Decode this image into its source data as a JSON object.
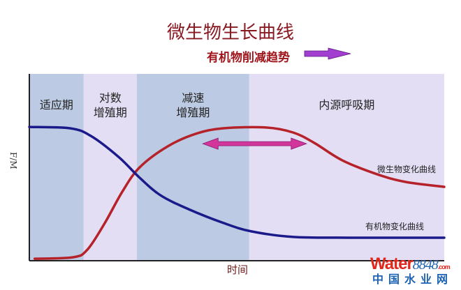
{
  "chart_data": {
    "type": "line",
    "title": "微生物生长曲线",
    "annotation": "有机物削减趋势",
    "xlabel": "时间",
    "ylabel": "F/M",
    "xlim": [
      0,
      100
    ],
    "ylim": [
      0,
      100
    ],
    "phases": [
      {
        "label": "适应期",
        "start": 0,
        "end": 13.1,
        "shade": "dark"
      },
      {
        "label": "对数\n增殖期",
        "start": 13.1,
        "end": 25.9,
        "shade": "light"
      },
      {
        "label": "减速\n增殖期",
        "start": 25.9,
        "end": 53,
        "shade": "dark"
      },
      {
        "label": "内源呼吸期",
        "start": 53,
        "end": 100,
        "shade": "light"
      }
    ],
    "series": [
      {
        "name": "微生物变化曲线",
        "color": "#b5222a",
        "points": [
          [
            1.3,
            0.7
          ],
          [
            10.6,
            1.5
          ],
          [
            14,
            5.6
          ],
          [
            18.2,
            19.9
          ],
          [
            22.4,
            36.7
          ],
          [
            26.6,
            49.8
          ],
          [
            33.3,
            61
          ],
          [
            40.1,
            67.8
          ],
          [
            46.8,
            70.8
          ],
          [
            57,
            71.2
          ],
          [
            63.6,
            68.5
          ],
          [
            68.7,
            62.9
          ],
          [
            75.4,
            53.6
          ],
          [
            83.8,
            46.1
          ],
          [
            90.6,
            42
          ],
          [
            100,
            39.3
          ]
        ]
      },
      {
        "name": "有机物变化曲线",
        "color": "#1c1a8a",
        "points": [
          [
            0,
            71.5
          ],
          [
            9.8,
            70.8
          ],
          [
            14.8,
            66.7
          ],
          [
            21.5,
            55.4
          ],
          [
            26.6,
            44.2
          ],
          [
            31.6,
            34.8
          ],
          [
            38.4,
            27.3
          ],
          [
            46.8,
            19.9
          ],
          [
            53.5,
            15.4
          ],
          [
            63.6,
            12.4
          ],
          [
            77.1,
            12
          ],
          [
            100,
            12
          ]
        ]
      }
    ],
    "double_arrow": {
      "from": 41.8,
      "to": 66.8,
      "y": 62.5,
      "color": "#d2369a"
    },
    "colors": {
      "dark_band": "#bccbe3",
      "light_band": "#e3def4",
      "trend_arrow": "#a23ed0"
    }
  },
  "watermark": {
    "logo_main": "Water",
    "logo_num": "8848",
    "logo_dotcom": ".com",
    "logo_cn": "中国水业网"
  }
}
